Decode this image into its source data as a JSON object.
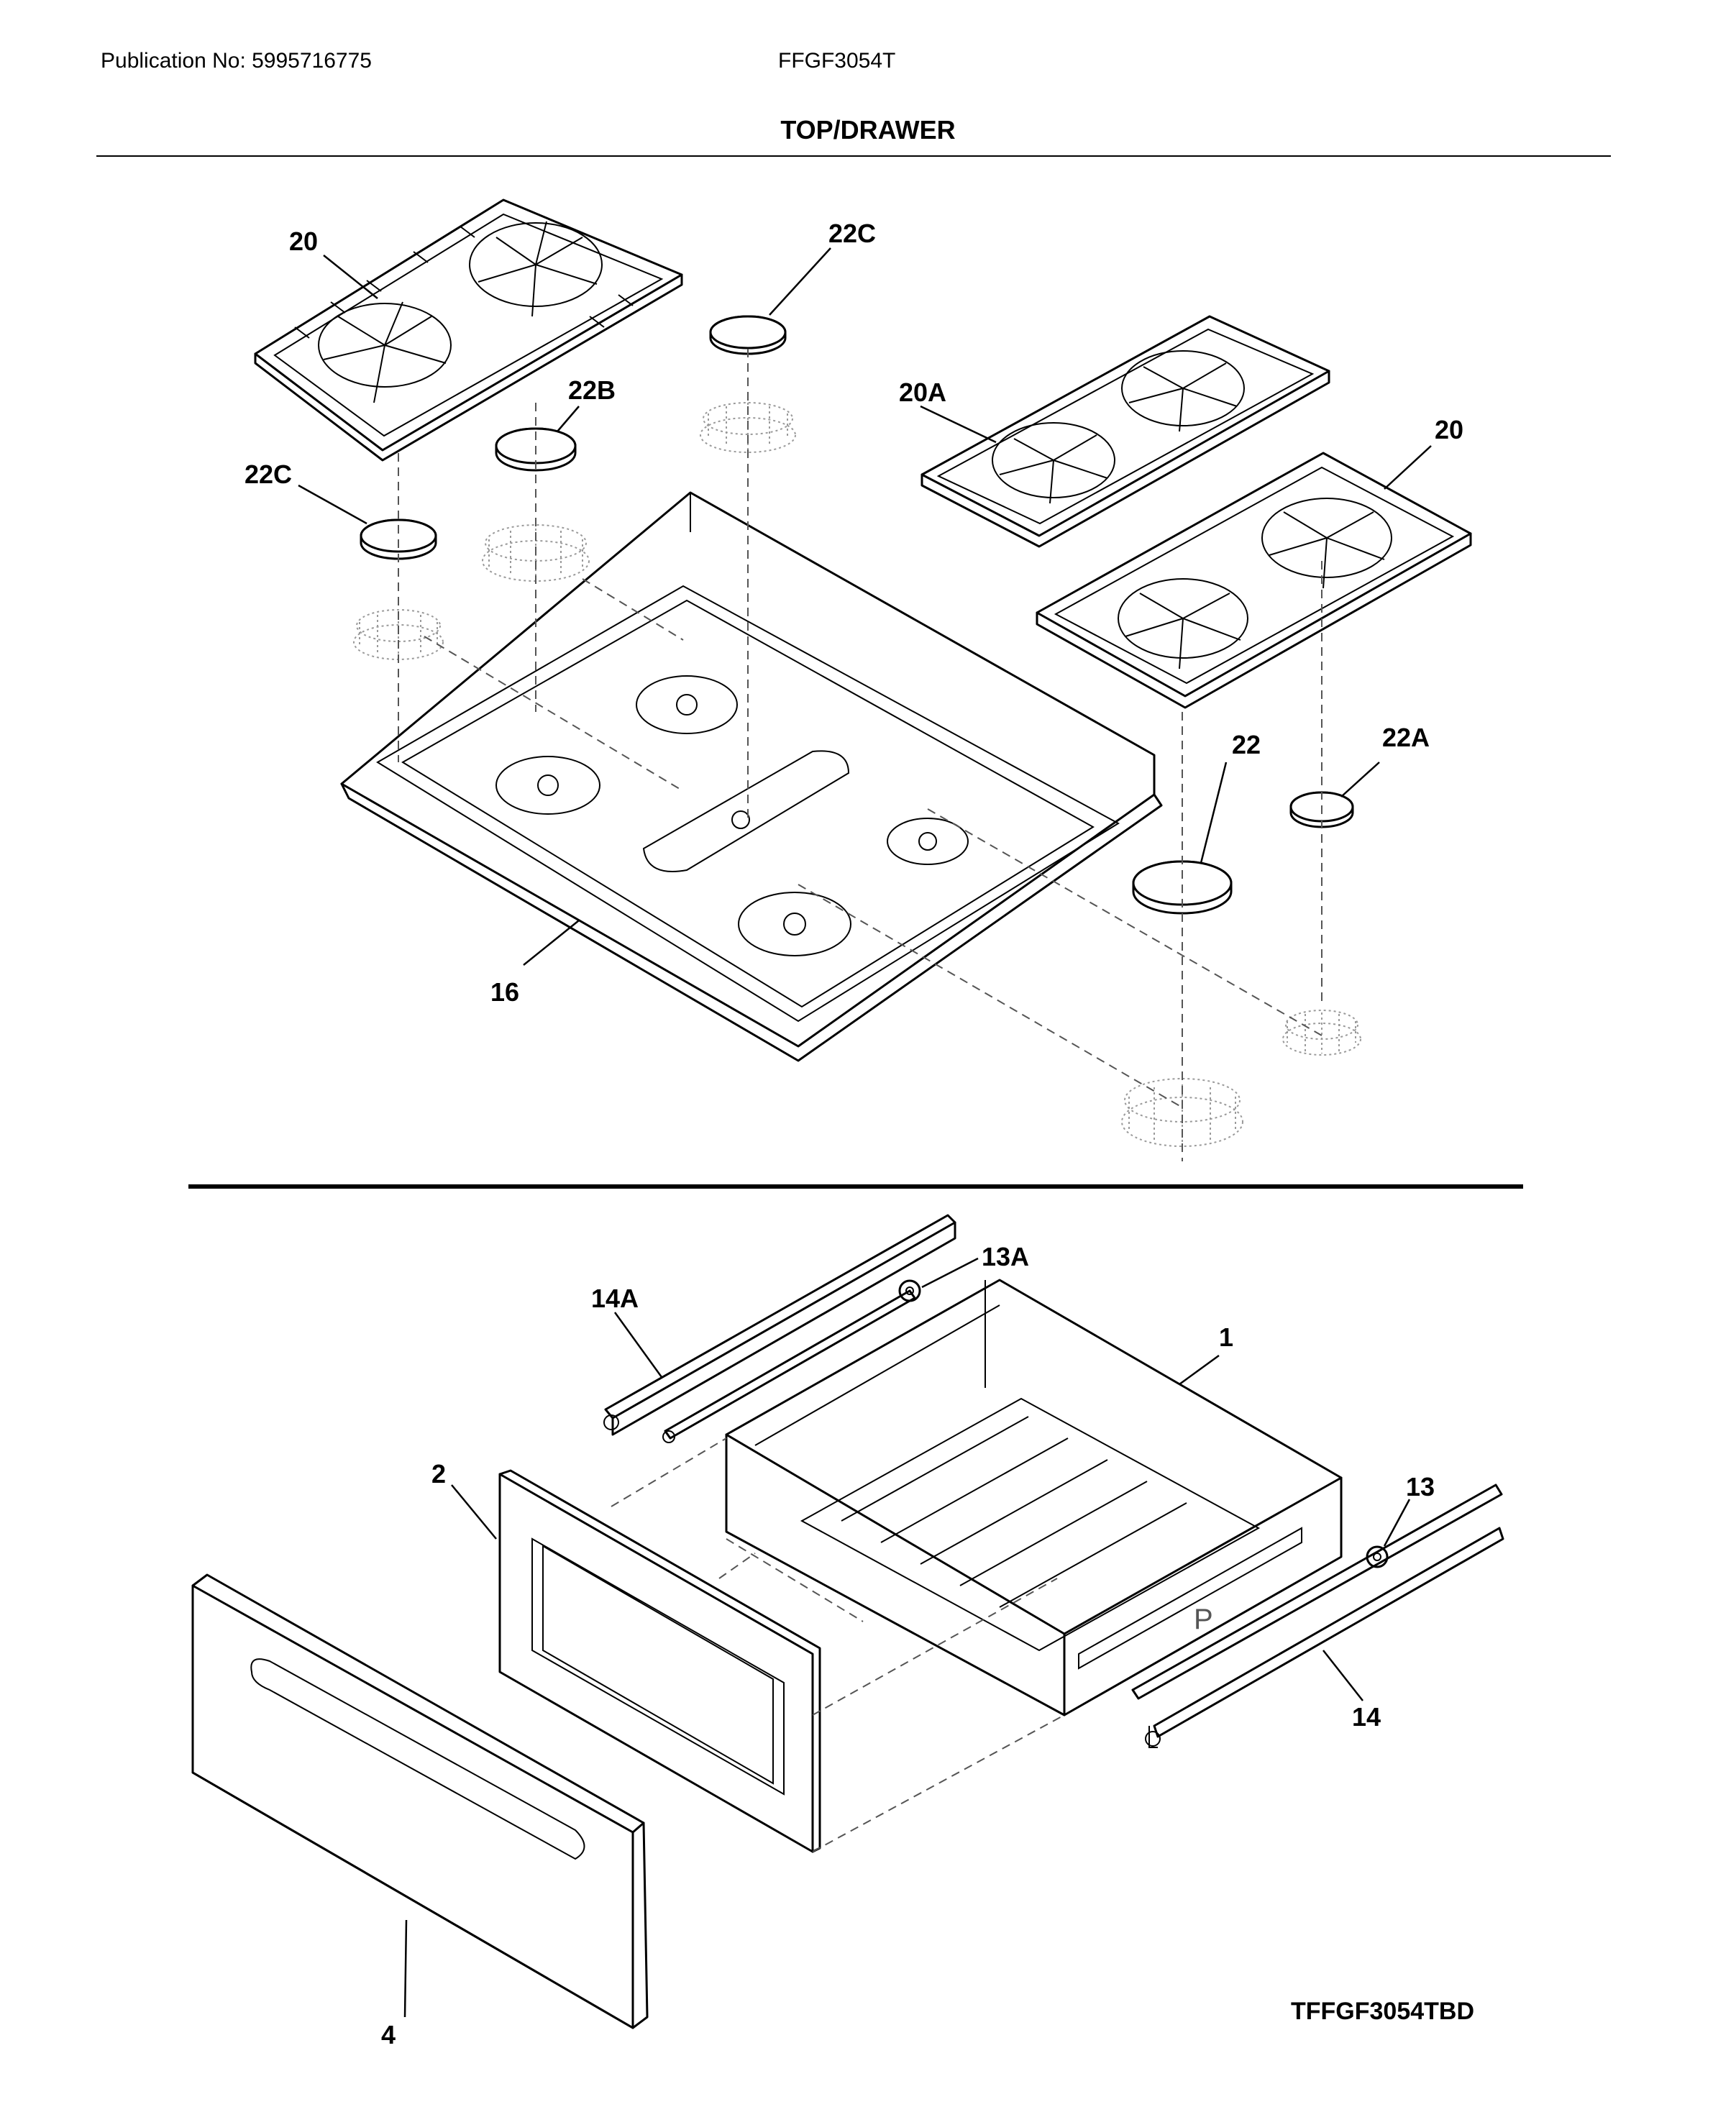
{
  "header": {
    "publication": "Publication No: 5995716775",
    "model": "FFGF3054T",
    "section_title": "TOP/DRAWER"
  },
  "diagram_code": "TFFGF3054TBD",
  "callouts": [
    "20",
    "22C",
    "22B",
    "22C",
    "20A",
    "20",
    "22",
    "22A",
    "16",
    "13A",
    "14A",
    "1",
    "2",
    "13",
    "14",
    "4"
  ]
}
